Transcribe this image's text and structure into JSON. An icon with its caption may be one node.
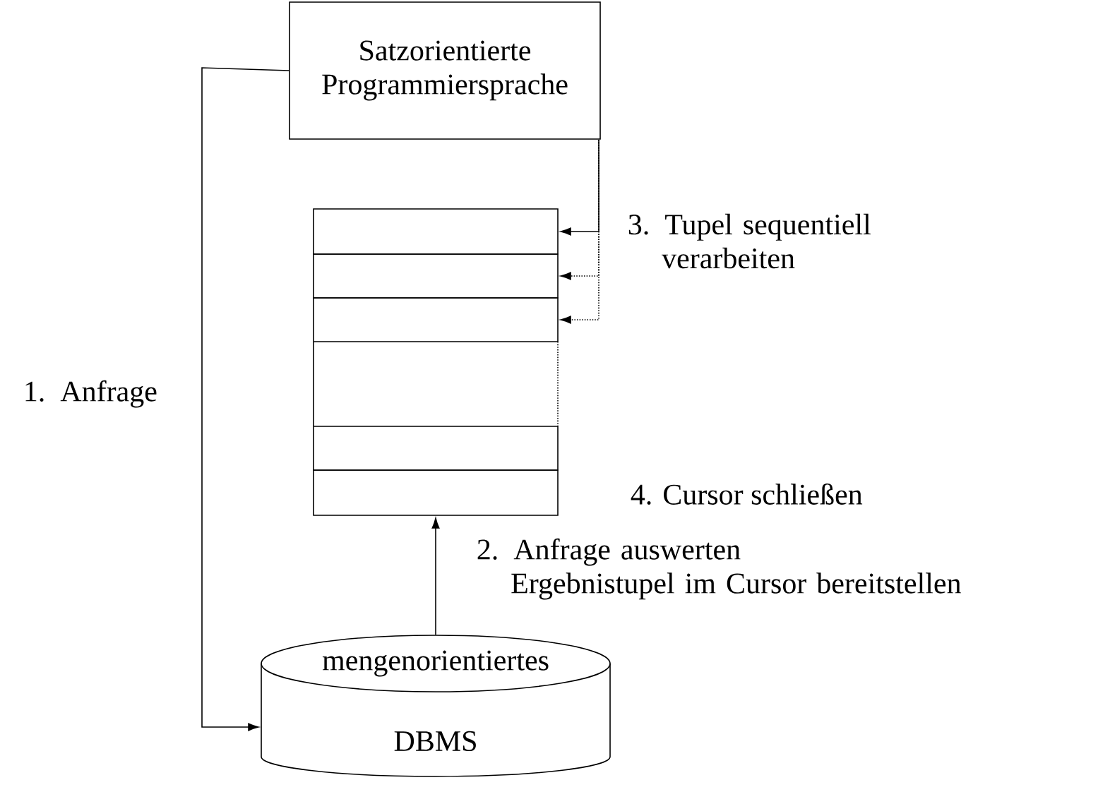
{
  "diagram": {
    "nodes": [
      {
        "text": [
          "Satzorientierte Programmiersprache"
        ]
      },
      {
        "text": [],
        "shape": "box"
      },
      {
        "text": [],
        "shape": "box"
      },
      {
        "text": [],
        "shape": "box"
      },
      {
        "text": [],
        "shape": "box"
      },
      {
        "text": [],
        "shape": "box"
      },
      {
        "text": [
          "mengenorientiertes",
          "DBMS"
        ]
      }
    ],
    "edges": [
      {
        "from": 0,
        "to": 6,
        "arrow": "to",
        "label": "1. Anfrage"
      },
      {
        "from": 6,
        "to": 5,
        "arrow": "to",
        "label": "2. Anfrage auswerten Ergebnistupel im Cursor bereitstellen"
      },
      {
        "from": 0,
        "to": 1,
        "arrow": "to",
        "label": "3. Tupel sequentiell verarbeiten"
      },
      {
        "from": 0,
        "to": 2,
        "arrow": "to",
        "style": "dashed"
      },
      {
        "from": 0,
        "to": 3,
        "arrow": "to",
        "style": "dashed"
      }
    ],
    "labels": [
      "4. Cursor schließen"
    ]
  }
}
